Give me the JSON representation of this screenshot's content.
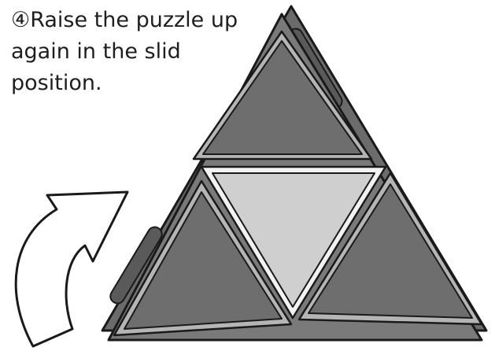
{
  "instruction": {
    "lines": [
      "④Raise the puzzle up",
      "again in the slid",
      "position."
    ]
  },
  "colors": {
    "outline": "#1a1a1a",
    "puzzle_body": "#7a7a7a",
    "puzzle_back": "#6b6b6b",
    "piece_face": "#6e6e6e",
    "piece_bevel": "#b5b5b5",
    "center_face": "#cfcfcf",
    "center_bevel": "#f2f2f2",
    "groove": "#5a5a5a",
    "arrow_fill": "#ffffff"
  },
  "icons": {
    "rotation_arrow": "curved-arrow-up-right"
  }
}
